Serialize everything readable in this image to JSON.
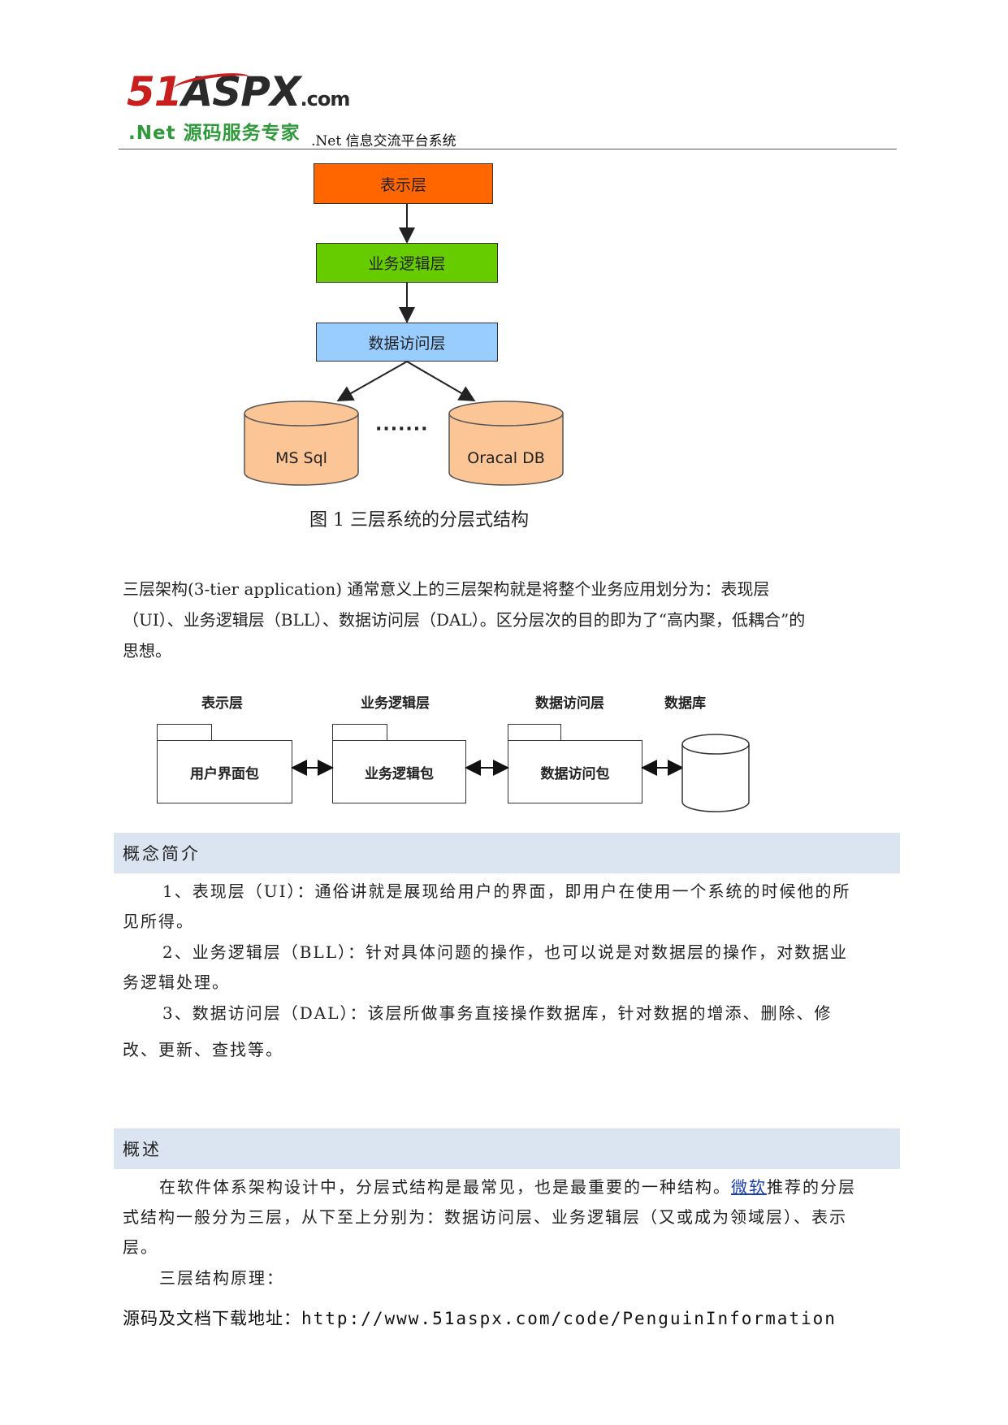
{
  "header": {
    "logo_main": "51",
    "logo_brand": "ASPX",
    "logo_domain": ".com",
    "logo_sub": ".Net 源码服务专家",
    "title": ".Net 信息交流平台系统"
  },
  "figure1": {
    "layers": [
      "表示层",
      "业务逻辑层",
      "数据访问层"
    ],
    "databases": [
      "MS Sql",
      "Oracal DB"
    ],
    "ellipsis": "·······",
    "caption": "图 1  三层系统的分层式结构",
    "colors": {
      "presentation": "#ff6600",
      "business": "#66cc00",
      "data": "#99ccff",
      "db": "#fbc595"
    }
  },
  "intro": [
    "三层架构(3-tier application) 通常意义上的三层架构就是将整个业务应用划分为：表现层",
    "（UI）、业务逻辑层（BLL）、数据访问层（DAL）。区分层次的目的即为了“高内聚，低耦合”的",
    "思想。"
  ],
  "figure2": {
    "labels": [
      "表示层",
      "业务逻辑层",
      "数据访问层",
      "数据库"
    ],
    "packages": [
      "用户界面包",
      "业务逻辑包",
      "数据访问包"
    ]
  },
  "section1": {
    "title": "概念简介",
    "lines": [
      "1、表现层（UI）：通俗讲就是展现给用户的界面，即用户在使用一个系统的时候他的所",
      "见所得。",
      "2、业务逻辑层（BLL）：针对具体问题的操作，也可以说是对数据层的操作，对数据业",
      "务逻辑处理。",
      "3、数据访问层（DAL）：该层所做事务直接操作数据库，针对数据的增添、删除、修",
      "改、更新、查找等。"
    ]
  },
  "section2": {
    "title": "概述",
    "line1_pre": "在软件体系架构设计中，分层式结构是最常见，也是最重要的一种结构。",
    "line1_link": "微软",
    "line1_post": "推荐的分层",
    "line2": "式结构一般分为三层，从下至上分别为：数据访问层、业务逻辑层（又或成为领域层）、表示",
    "line3": "层。",
    "line4": "三层结构原理："
  },
  "download": {
    "label": "源码及文档下载地址：",
    "url": "http://www.51aspx.com/code/PenguinInformation"
  }
}
